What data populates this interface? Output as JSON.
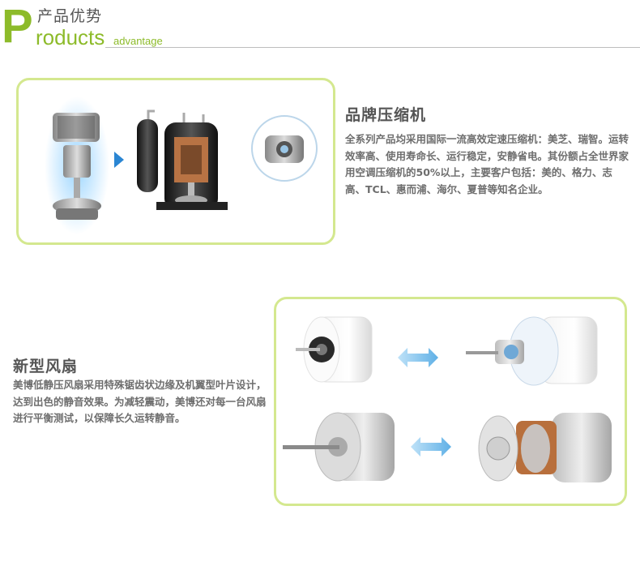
{
  "header": {
    "big_letter": "P",
    "cn_title": "产品优势",
    "en_title": "roducts",
    "en_sub": "advantage"
  },
  "section1": {
    "title": "品牌压缩机",
    "text": "全系列产品均采用国际一流高效定速压缩机：美芝、瑞智。运转效率高、使用寿命长、运行稳定，安静省电。其份额占全世界家用空调压缩机的50%以上，主要客户包括：美的、格力、志高、TCL、惠而浦、海尔、夏普等知名企业。"
  },
  "section2": {
    "title": "新型风扇",
    "text": "美博低静压风扇采用特殊锯齿状边缘及机翼型叶片设计，达到出色的静音效果。为减轻震动，美博还对每一台风扇进行平衡测试，以保障长久运转静音。"
  },
  "colors": {
    "accent_green": "#8dbb2a",
    "box_border": "#d4e88f",
    "arrow_blue": "#3a8fd6"
  },
  "icons": [
    "compressor-exploded-image",
    "compressor-image",
    "compressor-valve-image",
    "fan-motor-image",
    "arrow-right-icon",
    "double-arrow-icon"
  ]
}
